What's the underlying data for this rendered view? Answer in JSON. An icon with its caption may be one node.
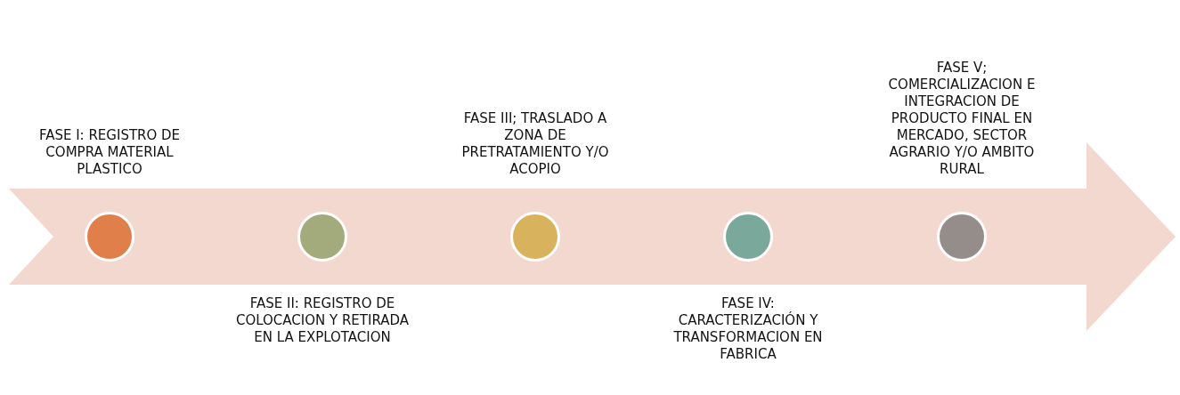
{
  "diagram": {
    "nodes": [
      {
        "text": [],
        "shape": "arrow"
      },
      {
        "text": [],
        "shape": "circle",
        "in": 0,
        "beside": [
          "FASE I: REGISTRO DE COMPRA MATERIAL PLASTICO"
        ]
      },
      {
        "text": [],
        "shape": "circle",
        "in": 0,
        "beside": [
          "FASE II: REGISTRO DE COLOCACION Y RETIRADA EN LA EXPLOTACION"
        ]
      },
      {
        "text": [],
        "shape": "circle",
        "in": 0,
        "beside": [
          "FASE III; TRASLADO A ZONA DE PRETRATAMIENTO Y/O ACOPIO"
        ]
      },
      {
        "text": [],
        "shape": "circle",
        "in": 0,
        "beside": [
          "FASE IV: CARACTERIZACIÓN Y TRANSFORMACION EN FABRICA"
        ]
      },
      {
        "text": [],
        "shape": "circle",
        "in": 0,
        "beside": [
          "FASE V; COMERCIALIZACION E INTEGRACION DE PRODUCTO FINAL EN MERCADO, SECTOR AGRARIO Y/O AMBITO RURAL"
        ]
      }
    ],
    "edges": []
  }
}
